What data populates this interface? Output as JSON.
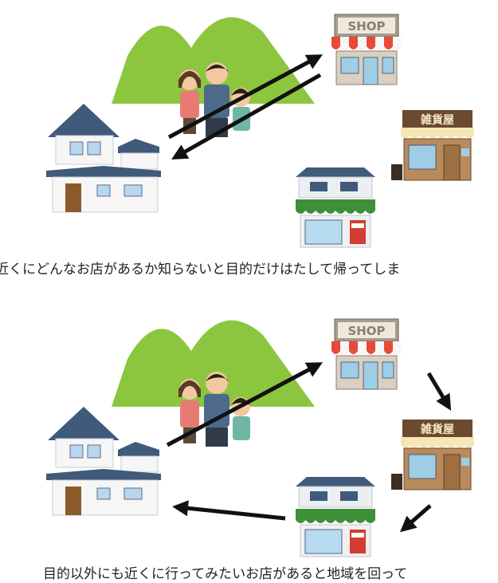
{
  "panels": {
    "top": {
      "caption": "近くにどんなお店があるか知らないと目的だけはたして帰ってしま"
    },
    "bottom": {
      "caption": "目的以外にも近くに行ってみたいお店があると地域を回って"
    }
  },
  "signs": {
    "shop": "SHOP",
    "zakka": "雑貨屋"
  },
  "colors": {
    "mountain": "#8cc63f",
    "roof": "#3f5a7a",
    "arrow": "#111111",
    "awning_red": "#e84a3a",
    "awning_green": "#3e8f3a"
  }
}
